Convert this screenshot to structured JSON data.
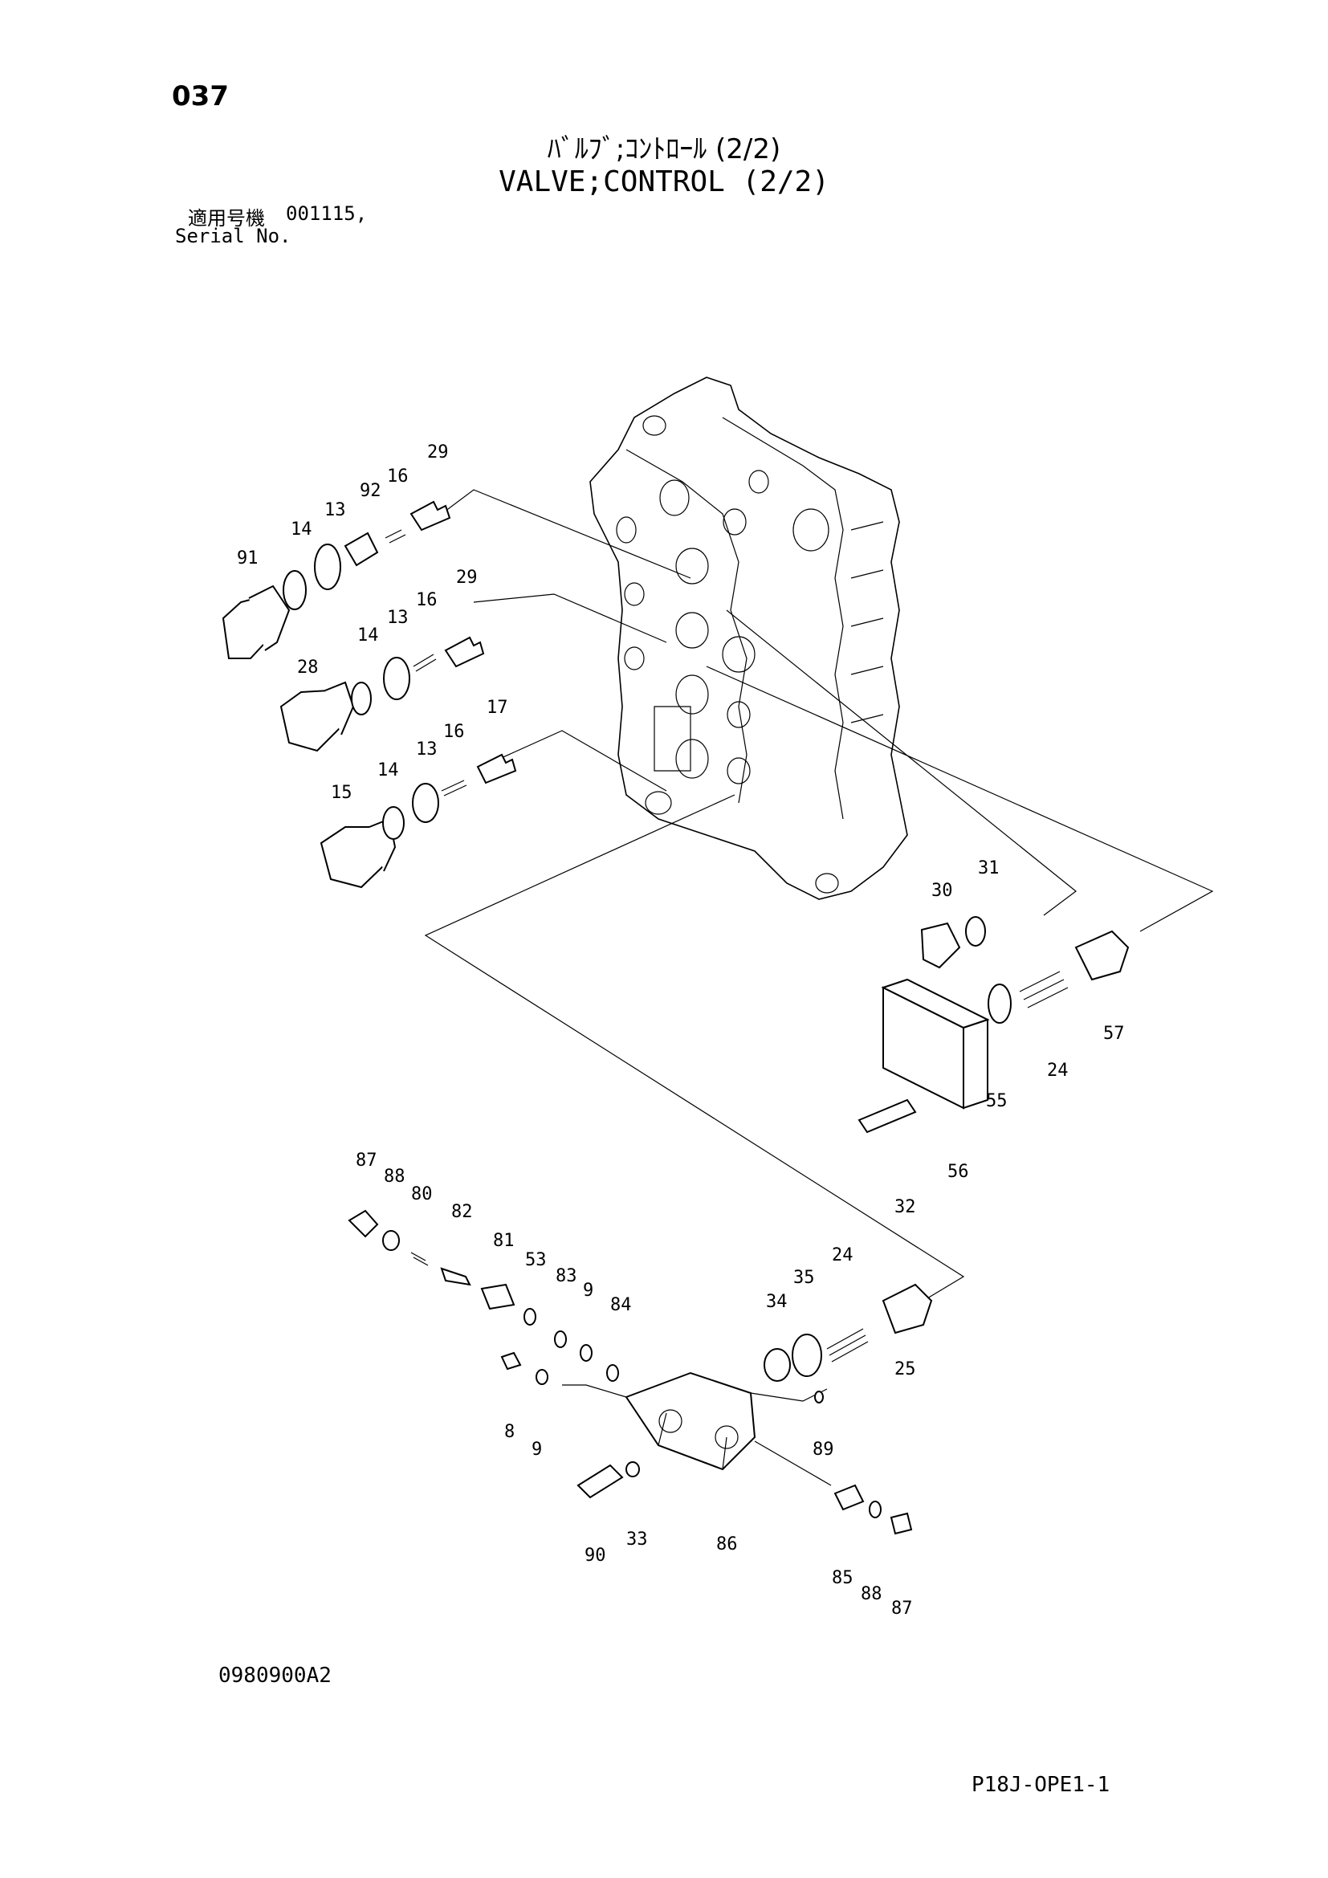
{
  "header": {
    "page_number": "037",
    "title_jp": "ﾊﾞﾙﾌﾞ;ｺﾝﾄﾛｰﾙ (2/2)",
    "title_en": "VALVE;CONTROL (2/2)",
    "serial_label_jp": "適用号機",
    "serial_value": "001115,",
    "serial_label_en": "Serial No."
  },
  "footer": {
    "drawing_code": "0980900A2",
    "page_code": "P18J-OPE1-1"
  },
  "callouts": [
    "29",
    "16",
    "92",
    "13",
    "14",
    "91",
    "29",
    "16",
    "13",
    "14",
    "28",
    "17",
    "16",
    "13",
    "14",
    "15",
    "31",
    "30",
    "57",
    "24",
    "55",
    "56",
    "32",
    "87",
    "88",
    "80",
    "82",
    "81",
    "53",
    "83",
    "9",
    "84",
    "35",
    "24",
    "34",
    "25",
    "8",
    "9",
    "89",
    "90",
    "33",
    "86",
    "85",
    "88",
    "87"
  ]
}
